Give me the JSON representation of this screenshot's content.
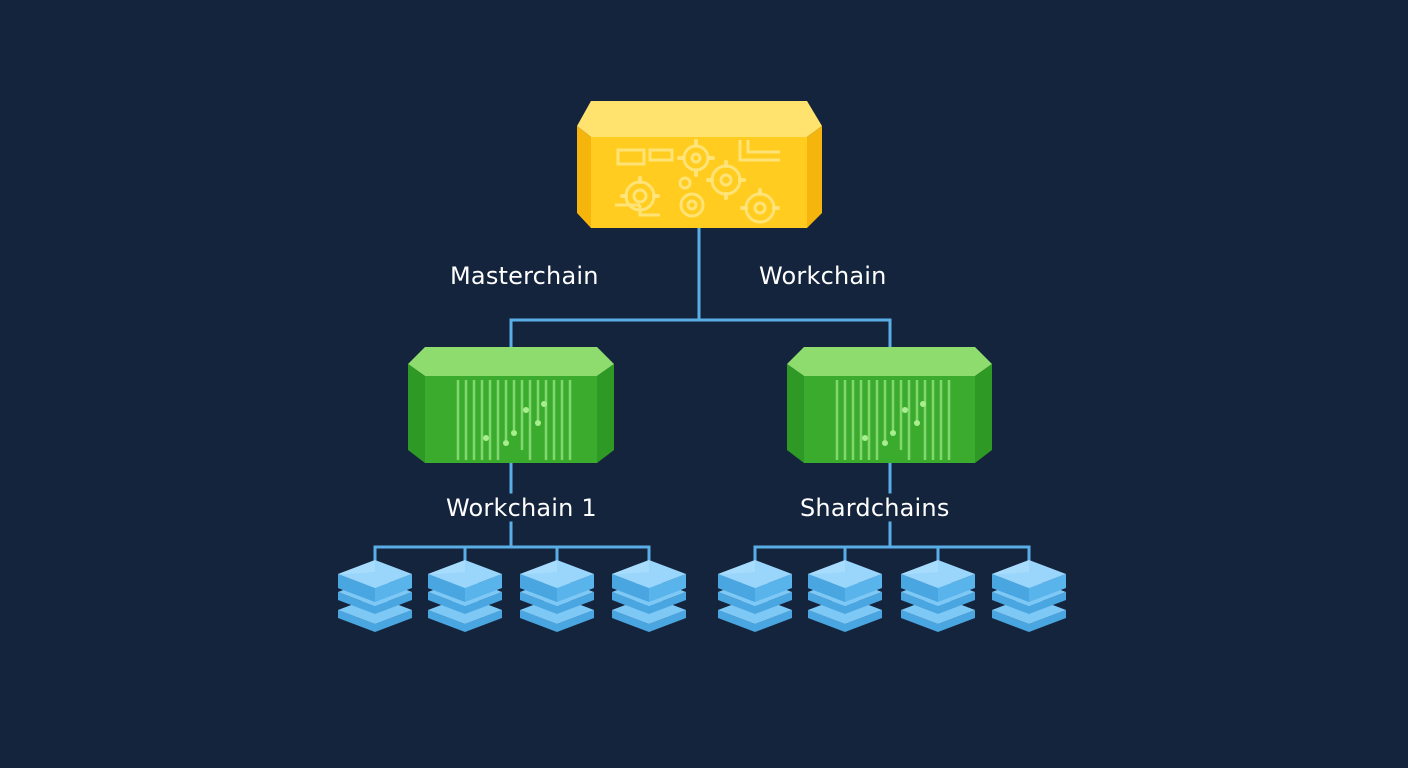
{
  "labels": {
    "masterchain": "Masterchain",
    "workchain": "Workchain",
    "workchain_1": "Workchain 1",
    "shardchains": "Shardchains"
  },
  "icons": {
    "masterchain_block": "gear-circuit-block-icon",
    "workchain_block": "circuit-block-icon",
    "shard_block": "stacked-cube-icon"
  },
  "colors": {
    "background": "#15243d",
    "connector": "#5aaee6",
    "masterchain_top": "#ffe36e",
    "masterchain_front": "#ffcc1f",
    "workchain_top": "#8fdc6e",
    "workchain_front": "#3bab2e",
    "shard_top": "#9ad6fb",
    "shard_side": "#5ab4ec",
    "text": "#ffffff"
  }
}
